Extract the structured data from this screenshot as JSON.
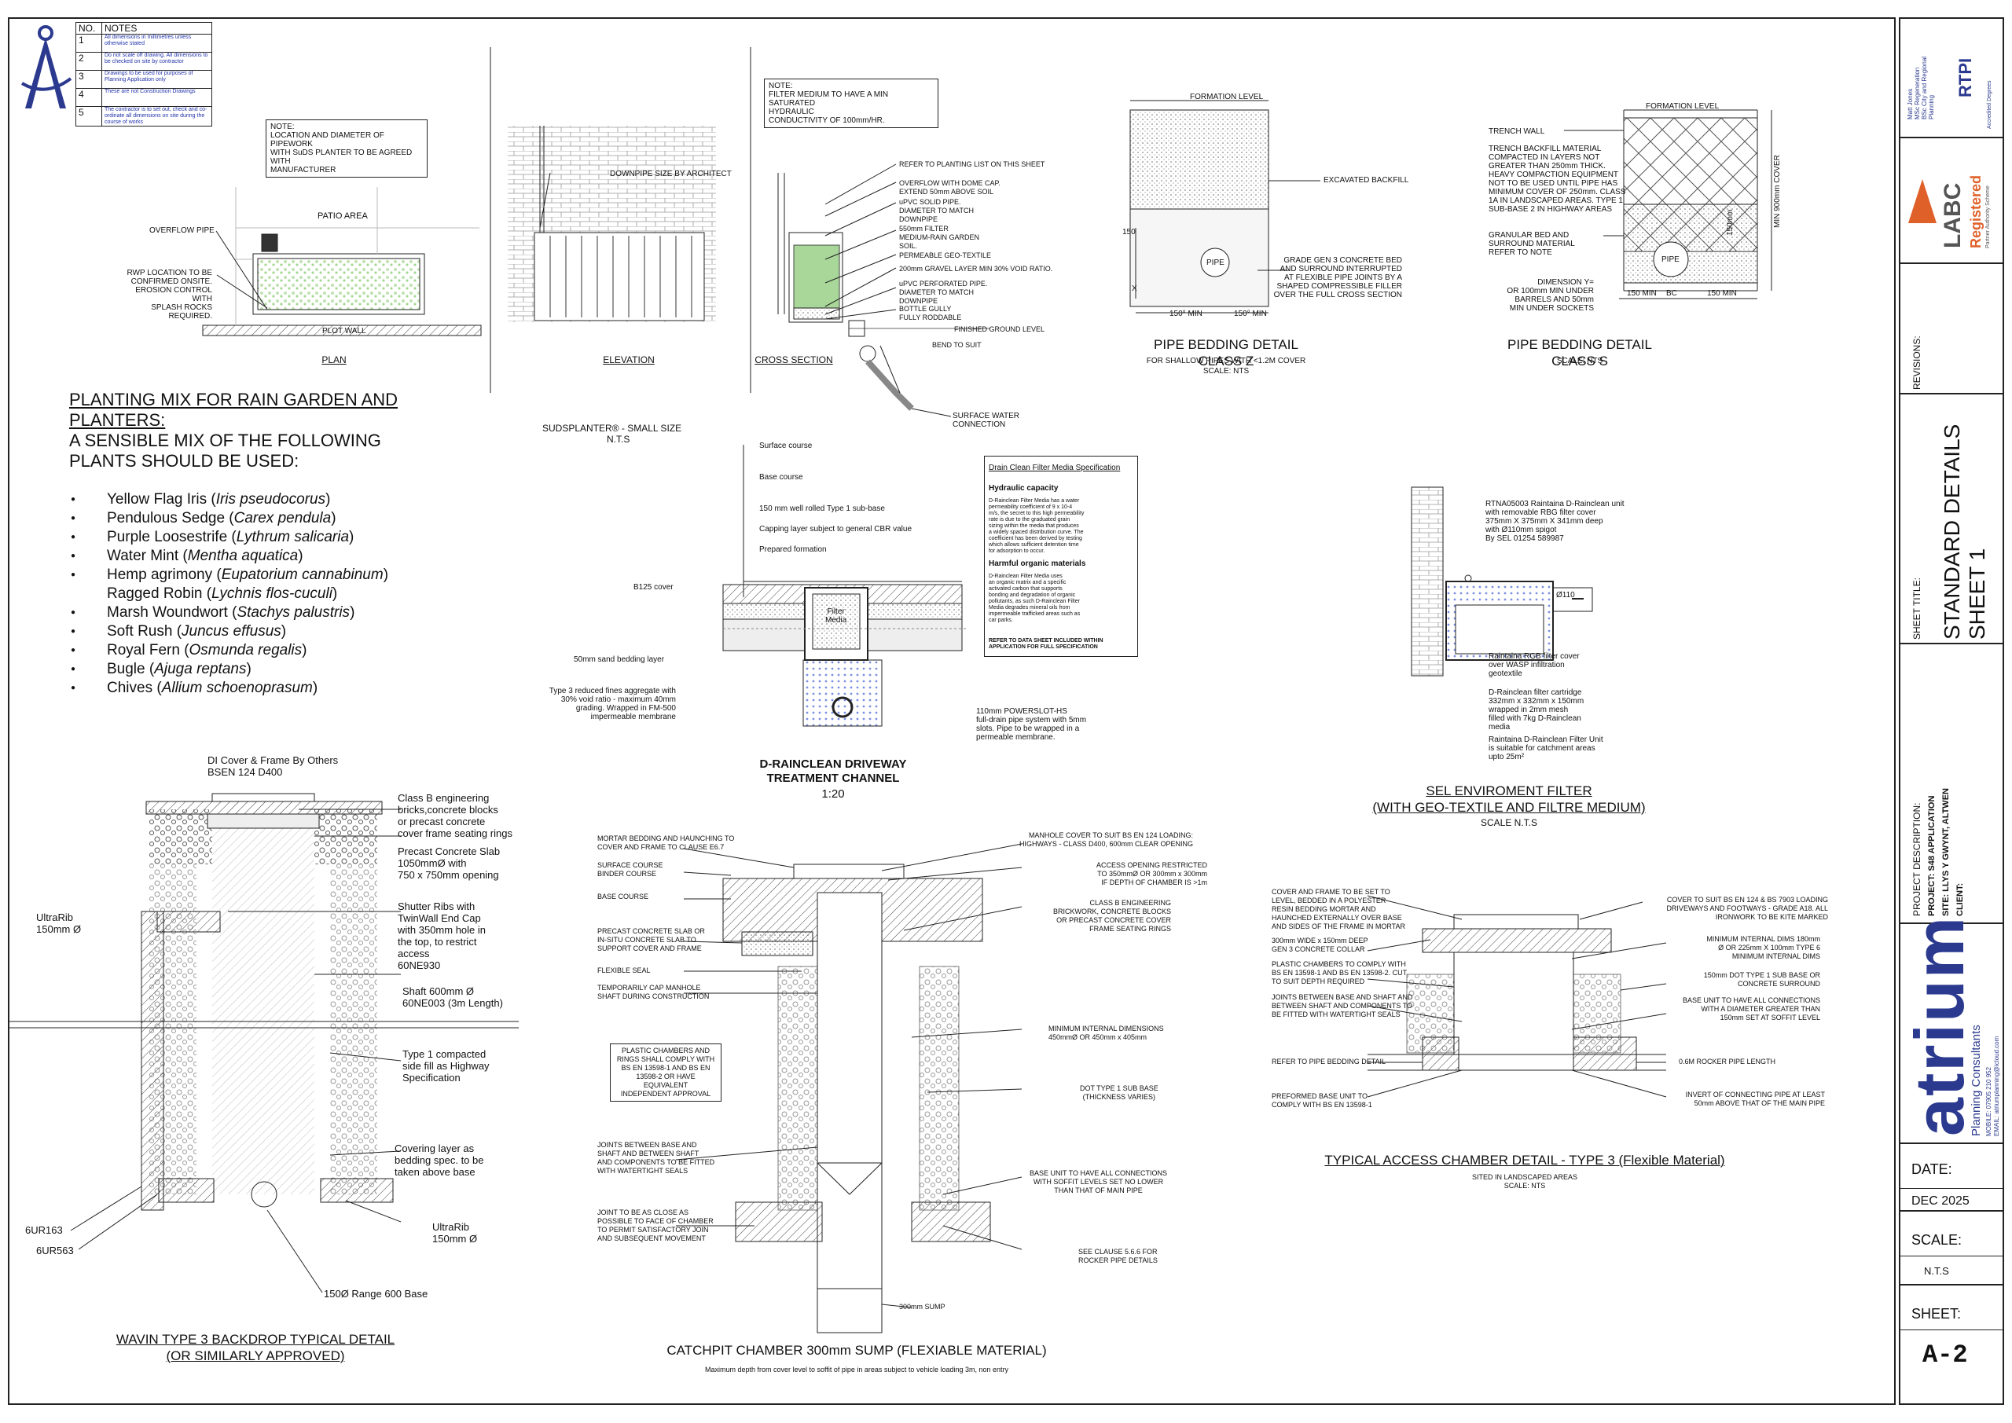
{
  "notes_table": {
    "header_no": "NO.",
    "header_notes": "NOTES",
    "rows": [
      {
        "no": "1",
        "text": "All dimensions in millimetres unless otherwise stated"
      },
      {
        "no": "2",
        "text": "Do not scale off drawing. All dimensions to be checked on site by contractor"
      },
      {
        "no": "3",
        "text": "Drawings to be used for purposes of Planning Application only"
      },
      {
        "no": "4",
        "text": "These are not Construction Drawings"
      },
      {
        "no": "5",
        "text": "The contractor is to set out, check and co-ordinate all dimensions on site during the course of works"
      }
    ]
  },
  "planter": {
    "note1": "NOTE:\nLOCATION AND DIAMETER OF PIPEWORK\nWITH SuDS PLANTER TO BE AGREED WITH\nMANUFACTURER",
    "patio": "PATIO AREA",
    "overflow": "OVERFLOW PIPE",
    "rwp": "RWP LOCATION TO BE\nCONFIRMED ONSITE.\nEROSION CONTROL WITH\nSPLASH ROCKS REQUIRED.",
    "plot_wall": "PLOT WALL",
    "plan": "PLAN",
    "downpipe": "DOWNPIPE SIZE BY ARCHITECT",
    "elevation": "ELEVATION",
    "note2": "NOTE:\nFILTER MEDIUM TO HAVE A MIN SATURATED\nHYDRAULIC\nCONDUCTIVITY OF 100mm/HR.",
    "cs_labels": [
      "REFER TO PLANTING LIST ON THIS SHEET",
      "OVERFLOW WITH DOME CAP.\nEXTEND 50mm ABOVE SOIL",
      "uPVC SOLID PIPE.\nDIAMETER TO MATCH\nDOWNPIPE",
      "550mm FILTER\nMEDIUM-RAIN GARDEN\nSOIL.",
      "PERMEABLE GEO-TEXTILE",
      "200mm GRAVEL LAYER MIN 30% VOID RATIO.",
      "uPVC PERFORATED PIPE.\nDIAMETER TO MATCH\nDOWNPIPE",
      "BOTTLE GULLY\nFULLY RODDABLE"
    ],
    "finished_ground": "FINISHED GROUND LEVEL",
    "bend": "BEND TO SUIT",
    "surface_water": "SURFACE WATER\nCONNECTION",
    "cross_section": "CROSS SECTION"
  },
  "pipe_z": {
    "formation": "FORMATION LEVEL",
    "excavated": "EXCAVATED BACKFILL",
    "grade": "GRADE GEN 3 CONCRETE BED\nAND SURROUND INTERRUPTED\nAT FLEXIBLE PIPE JOINTS BY A\nSHAPED COMPRESSIBLE FILLER\nOVER THE FULL CROSS SECTION",
    "pipe": "PIPE",
    "dim150": "150",
    "dimx": "X",
    "min1": "150° MIN",
    "min2": "150° MIN",
    "title": "PIPE BEDDING DETAIL CLASS Z",
    "sub1": "FOR SHALLOW PIPES WITH <1.2M COVER",
    "sub2": "SCALE: NTS"
  },
  "pipe_s": {
    "formation": "FORMATION LEVEL",
    "trench": "TRENCH WALL",
    "backfill": "TRENCH BACKFILL MATERIAL\nCOMPACTED IN LAYERS NOT\nGREATER THAN 250mm THICK.\nHEAVY COMPACTION EQUIPMENT\nNOT TO BE USED UNTIL PIPE HAS\nMINIMUM COVER OF 250mm. CLASS\n1A IN LANDSCAPED AREAS. TYPE 1\nSUB-BASE 2 IN HIGHWAY AREAS",
    "granular": "GRANULAR BED AND\nSURROUND MATERIAL\nREFER TO NOTE",
    "dimension": "DIMENSION Y=\nOR 100mm MIN UNDER\nBARRELS AND 50mm\nMIN UNDER SOCKETS",
    "pipe": "PIPE",
    "mincover": "MIN 900mm COVER",
    "d150": "150mm",
    "w1": "150 MIN",
    "bc": "BC",
    "w2": "150 MIN",
    "title": "PIPE BEDDING DETAIL CLASS S",
    "sub": "SCALE: NTS"
  },
  "planting": {
    "title_line1": "PLANTING MIX FOR RAIN GARDEN AND",
    "title_line2": "PLANTERS:",
    "title_line3": "A SENSIBLE MIX OF THE FOLLOWING",
    "title_line4": "PLANTS SHOULD BE USED:",
    "items": [
      {
        "common": "Yellow Flag Iris",
        "latin": "Iris pseudocorus",
        "bullet": true
      },
      {
        "common": "Pendulous Sedge",
        "latin": "Carex pendula",
        "bullet": true
      },
      {
        "common": "Purple Loosestrife",
        "latin": "Lythrum salicaria",
        "bullet": true
      },
      {
        "common": "Water Mint",
        "latin": "Mentha aquatica",
        "bullet": true
      },
      {
        "common": "Hemp agrimony",
        "latin": "Eupatorium cannabinum",
        "bullet": true
      },
      {
        "common": "Ragged Robin",
        "latin": "Lychnis flos-cuculi",
        "bullet": false
      },
      {
        "common": "Marsh Woundwort",
        "latin": "Stachys palustris",
        "bullet": true
      },
      {
        "common": "Soft Rush",
        "latin": "Juncus effusus",
        "bullet": true
      },
      {
        "common": "Royal Fern",
        "latin": "Osmunda regalis",
        "bullet": true
      },
      {
        "common": "Bugle",
        "latin": "Ajuga reptans",
        "bullet": true
      },
      {
        "common": "Chives",
        "latin": "Allium schoenoprasum",
        "bullet": true
      }
    ]
  },
  "drainclean": {
    "sudsplanter": "SUDSPLANTER® - SMALL SIZE",
    "nts": "N.T.S",
    "layers": [
      "Surface course",
      "Base course",
      "150 mm well rolled Type 1 sub-base",
      "Capping layer subject to general CBR value",
      "Prepared formation"
    ],
    "b125": "B125 cover",
    "filter": "Filter\nMedia",
    "sand": "50mm sand bedding layer",
    "type3": "Type 3 reduced fines aggregate with\n30% void ratio - maximum 40mm\ngrading. Wrapped in FM-500\nimpermeable membrane",
    "powerslot": "110mm POWERSLOT-HS\nfull-drain pipe system with 5mm\nslots. Pipe to be wrapped in a\npermeable membrane.",
    "title": "D-RAINCLEAN DRIVEWAY\nTREATMENT CHANNEL",
    "scale": "1:20",
    "spec_title": "Drain Clean Filter Media Specification",
    "spec_h1": "Hydraulic capacity",
    "spec_p1": "D-Rainclean Filter Media has a water\npermeability coefficient of 9 x 10-4\nm/s, the secret to this high permeability\nrate is due to the graduated grain\nsizing within the media that produces\na widely spaced distribution curve. The\ncoefficient has been derived by testing\nwhich allows sufficient detention time\nfor adsorption to occur.",
    "spec_h2": "Harmful organic materials",
    "spec_p2": "D-Rainclean Filter Media uses\nan organic matrix and a specific\nactivated carbon that supports\nbonding and degradation of organic\npollutants, as such D-Rainclean Filter\nMedia degrades mineral oils from\nimpermeable trafficked areas such as\ncar parks.",
    "spec_foot": "REFER TO DATA SHEET INCLUDED WITHIN\nAPPLICATION FOR FULL SPECIFICATION"
  },
  "sel": {
    "rtna": "RTNA05003 Raintaina D-Rainclean unit\nwith removable RBG filter cover\n375mm X 375mm X 341mm deep\nwith Ø110mm spigot\nBy SEL 01254 589987",
    "d110": "Ø110",
    "rgb": "Raintaina RGB filter cover\nover WASP infiltration\ngeotextile",
    "cartridge": "D-Rainclean filter cartridge\n332mm x 332mm x 150mm\nwrapped in 2mm mesh\nfilled with 7kg D-Rainclean\nmedia",
    "unit": "Raintaina D-Rainclean Filter Unit\nis suitable for catchment areas\nupto 25m²",
    "title": "SEL ENVIROMENT FILTER\n(WITH GEO-TEXTILE AND FILTRE MEDIUM)",
    "scale": "SCALE N.T.S"
  },
  "wavin": {
    "di_cover": "DI Cover & Frame By Others\nBSEN 124  D400",
    "classb": "Class B engineering\nbricks,concrete blocks\nor precast concrete\ncover frame seating rings",
    "slab": "Precast Concrete Slab\n1050mmØ with\n750 x 750mm opening",
    "shutter": "Shutter Ribs with\nTwinWall End Cap\nwith 350mm hole in\nthe top, to restrict\naccess\n60NE930",
    "shaft": "Shaft 600mm Ø\n60NE003 (3m Length)",
    "type1": "Type 1 compacted\nside fill as Highway\nSpecification",
    "covering": "Covering layer as\nbedding spec. to be\ntaken above base",
    "ultrarib_l": "UltraRib\n150mm Ø",
    "ultrarib_r": "UltraRib\n150mm Ø",
    "ur163": "6UR163",
    "ur563": "6UR563",
    "base": "150Ø Range 600  Base",
    "title": "WAVIN TYPE 3 BACKDROP TYPICAL DETAIL\n(OR SIMILARLY APPROVED)"
  },
  "catchpit": {
    "left": [
      "MORTAR BEDDING AND HAUNCHING TO\nCOVER AND FRAME TO CLAUSE E6.7",
      "SURFACE COURSE",
      "BINDER COURSE",
      "BASE COURSE",
      "PRECAST CONCRETE SLAB OR\nIN-SITU CONCRETE SLAB TO\nSUPPORT COVER AND FRAME",
      "FLEXIBLE SEAL",
      "TEMPORARILY CAP MANHOLE\nSHAFT DURING CONSTRUCTION",
      "JOINTS BETWEEN BASE AND\nSHAFT AND BETWEEN SHAFT\nAND COMPONENTS TO BE FITTED\nWITH WATERTIGHT SEALS",
      "JOINT TO BE AS CLOSE AS\nPOSSIBLE TO FACE OF CHAMBER\nTO PERMIT SATISFACTORY JOIN\nAND SUBSEQUENT MOVEMENT"
    ],
    "boxed": "PLASTIC CHAMBERS AND\nRINGS SHALL COMPLY WITH\nBS EN 13598-1 AND BS EN\n13598-2 OR HAVE EQUIVALENT\nINDEPENDENT APPROVAL",
    "right": [
      "MANHOLE COVER TO SUIT BS EN 124 LOADING:\nHIGHWAYS - CLASS D400, 600mm CLEAR OPENING",
      "ACCESS OPENING RESTRICTED\nTO 350mmØ OR 300mm x 300mm\nIF DEPTH OF CHAMBER IS >1m",
      "CLASS B ENGINEERING\nBRICKWORK, CONCRETE BLOCKS\nOR PRECAST CONCRETE COVER\nFRAME SEATING RINGS",
      "MINIMUM INTERNAL DIMENSIONS\n450mmØ OR 450mm x 405mm",
      "DOT TYPE 1 SUB BASE\n(THICKNESS VARIES)",
      "BASE UNIT TO HAVE ALL CONNECTIONS\nWITH SOFFIT LEVELS SET NO LOWER\nTHAN THAT OF MAIN PIPE",
      "SEE CLAUSE 5.6.6 FOR\nROCKER PIPE DETAILS"
    ],
    "sump": "300mm SUMP",
    "title": "CATCHPIT CHAMBER 300mm SUMP (FLEXIABLE MATERIAL)",
    "sub": "Maximum depth from cover level to soffit of pipe in areas subject to vehicle loading 3m, non entry"
  },
  "access": {
    "left": [
      "COVER AND FRAME TO BE SET TO\nLEVEL, BEDDED IN A POLYESTER\nRESIN BEDDING MORTAR AND\nHAUNCHED EXTERNALLY OVER BASE\nAND SIDES OF THE FRAME IN MORTAR",
      "300mm WIDE x 150mm DEEP\nGEN 3 CONCRETE COLLAR",
      "PLASTIC CHAMBERS TO COMPLY WITH\nBS EN 13598-1 AND BS EN 13598-2. CUT\nTO SUIT DEPTH REQUIRED",
      "JOINTS BETWEEN BASE AND SHAFT AND\nBETWEEN SHAFT AND COMPONENTS TO\nBE FITTED WITH WATERTIGHT SEALS",
      "REFER TO PIPE BEDDING DETAIL",
      "PREFORMED BASE UNIT TO\nCOMPLY WITH BS EN 13598-1"
    ],
    "right": [
      "COVER TO SUIT BS EN 124 & BS 7903 LOADING\nDRIVEWAYS AND FOOTWAYS - GRADE A18. ALL\nIRONWORK TO BE KITE MARKED",
      "MINIMUM INTERNAL DIMS 180mm\nØ OR 225mm X 100mm TYPE 6\nMINIMUM INTERNAL DIMS",
      "150mm DOT TYPE 1 SUB BASE OR\nCONCRETE SURROUND",
      "BASE UNIT TO HAVE ALL CONNECTIONS\nWITH A DIAMETER GREATER THAN\n150mm SET AT SOFFIT LEVEL",
      "0.6M ROCKER PIPE LENGTH",
      "INVERT OF CONNECTING PIPE AT LEAST\n50mm ABOVE THAT OF THE MAIN PIPE"
    ],
    "title": "TYPICAL ACCESS CHAMBER DETAIL - TYPE 3 (Flexible Material)",
    "sub1": "SITED IN LANDSCAPED AREAS",
    "sub2": "SCALE: NTS"
  },
  "titleblock": {
    "rtpi_text": "Matt Jones\nMSc Regeneration\nBSc City and Regional\nPlanning",
    "rtpi_logo": "RTPI",
    "rtpi_sub": "Accredited Degrees",
    "labc_logo": "LABC",
    "labc_reg": "Registered",
    "labc_sub": "Partner Authority Scheme",
    "revisions": "REVISIONS:",
    "sheet_title_label": "SHEET TITLE:",
    "sheet_title_1": "STANDARD DETAILS",
    "sheet_title_2": "SHEET 1",
    "project_desc": "PROJECT DESCRIPTION:",
    "project": "PROJECT: S48 APPLICATION",
    "site": "SITE: LLYS Y GWYNT, ALTWEN",
    "client": "CLIENT:",
    "brand": "atrium",
    "brand_sub": "Planning Consultants",
    "mobile": "MOBILE: 07905 210 952",
    "email": "EMAIL: atriumplanning@icloud.com",
    "date_label": "DATE:",
    "date": "DEC 2025",
    "scale_label": "SCALE:",
    "scale": "N.T.S",
    "sheet_label": "SHEET:",
    "sheet": "A-2"
  },
  "colors": {
    "line": "#222222",
    "green": "#7ec96a",
    "blue": "#4a5fc1",
    "orange": "#e0602a",
    "brand_blue": "#2b3a8f"
  }
}
